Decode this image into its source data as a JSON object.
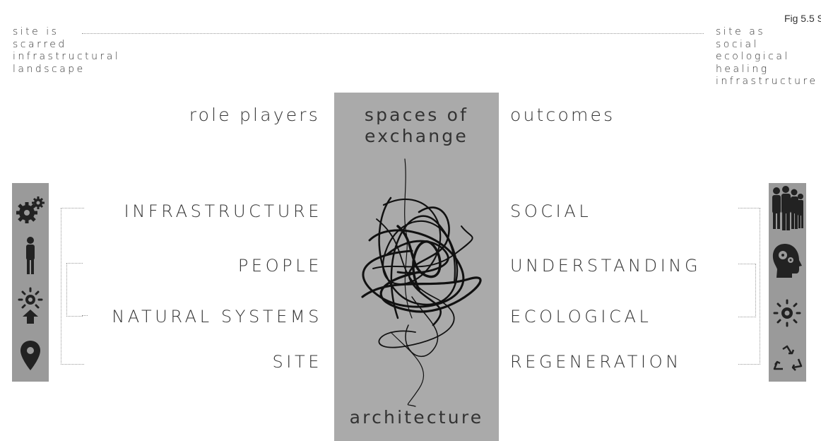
{
  "figure_label": "Fig 5.5 S",
  "left_statement": [
    "site is",
    "scarred",
    "infrastructural",
    "landscape"
  ],
  "right_statement": [
    "site as",
    "social",
    "ecological",
    "healing",
    "infrastructure"
  ],
  "headers": {
    "left": "role players",
    "center": [
      "spaces of",
      "exchange"
    ],
    "right": "outcomes"
  },
  "left_items": [
    "INFRASTRUCTURE",
    "PEOPLE",
    "NATURAL SYSTEMS",
    "SITE"
  ],
  "right_items": [
    "SOCIAL",
    "UNDERSTANDING",
    "ECOLOGICAL",
    "REGENERATION"
  ],
  "center_footer": "architecture",
  "left_icons": [
    "gears-icon",
    "person-icon",
    "sun-arrow-icon",
    "location-pin-icon"
  ],
  "right_icons": [
    "group-people-icon",
    "head-gears-icon",
    "sun-icon",
    "recycle-icon"
  ],
  "colors": {
    "center_column": "#aaaaaa",
    "icon_bar": "#9a9a9a",
    "text": "#333333"
  }
}
